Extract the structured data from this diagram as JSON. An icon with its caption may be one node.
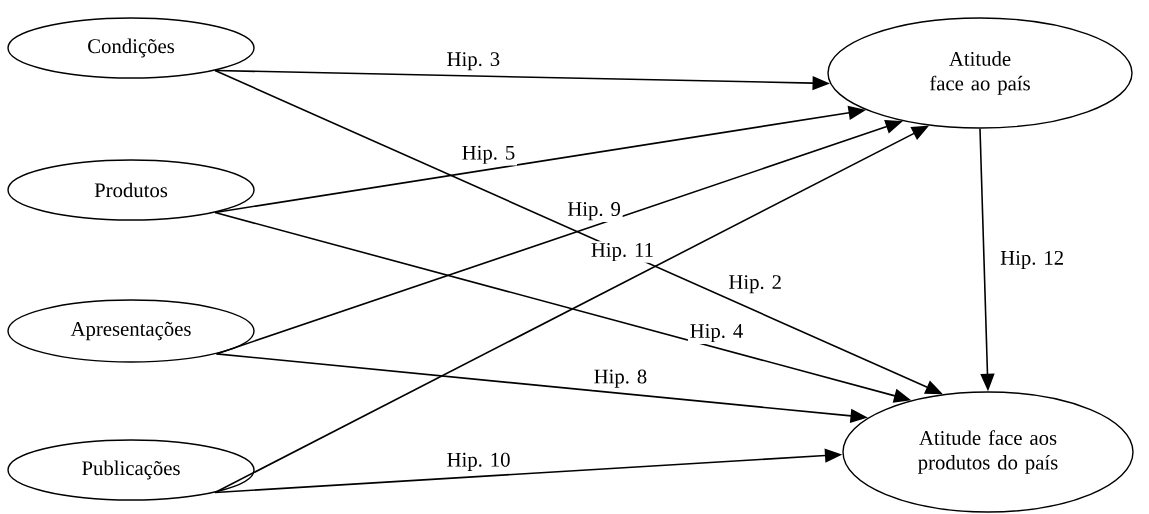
{
  "diagram": {
    "nodes": [
      {
        "text": [
          "Condições"
        ]
      },
      {
        "text": [
          "Produtos"
        ]
      },
      {
        "text": [
          "Apresentações"
        ]
      },
      {
        "text": [
          "Publicações"
        ]
      },
      {
        "text": [
          "Atitude face ao país"
        ]
      },
      {
        "text": [
          "Atitude face aos produtos do país"
        ]
      }
    ],
    "edges": [
      {
        "from": 0,
        "to": 4,
        "arrow": "to",
        "label": "Hip. 3"
      },
      {
        "from": 1,
        "to": 4,
        "arrow": "to",
        "label": "Hip. 5"
      },
      {
        "from": 2,
        "to": 4,
        "arrow": "to",
        "label": "Hip. 9"
      },
      {
        "from": 3,
        "to": 4,
        "arrow": "to",
        "label": "Hip. 11"
      },
      {
        "from": 0,
        "to": 5,
        "arrow": "to",
        "label": "Hip. 2"
      },
      {
        "from": 1,
        "to": 5,
        "arrow": "to",
        "label": "Hip. 4"
      },
      {
        "from": 2,
        "to": 5,
        "arrow": "to",
        "label": "Hip. 8"
      },
      {
        "from": 3,
        "to": 5,
        "arrow": "to",
        "label": "Hip. 10"
      },
      {
        "from": 4,
        "to": 5,
        "arrow": "to",
        "label": "Hip. 12"
      }
    ]
  }
}
